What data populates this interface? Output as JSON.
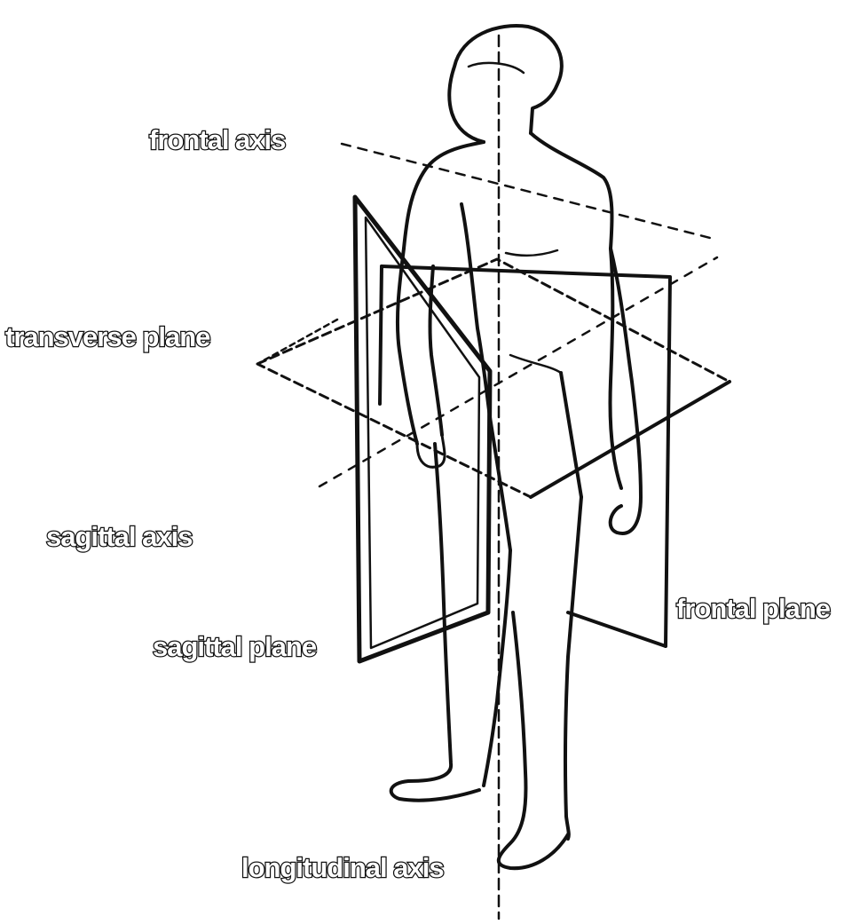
{
  "labels": {
    "frontal_axis": "frontal axis",
    "transverse_plane": "transverse plane",
    "sagittal_axis": "sagittal axis",
    "sagittal_plane": "sagittal plane",
    "frontal_plane": "frontal plane",
    "longitudinal_axis": "longitudinal axis"
  },
  "colors": {
    "line": "#111111",
    "background": "#ffffff"
  }
}
